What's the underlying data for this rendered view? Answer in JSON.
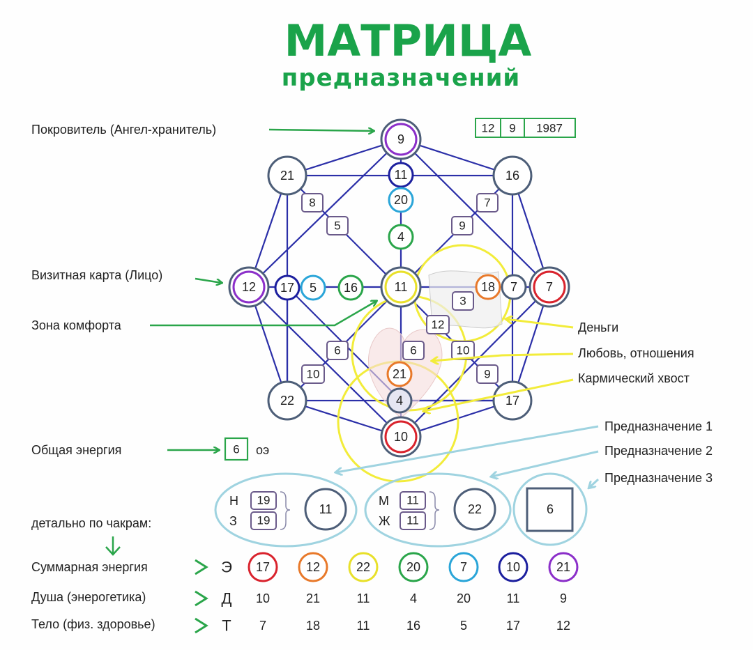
{
  "title": {
    "main": "МАТРИЦА",
    "sub": "предназначений"
  },
  "date": {
    "day": "12",
    "month": "9",
    "year": "1987"
  },
  "labels": {
    "patron": "Покровитель (Ангел-хранитель)",
    "business_card": "Визитная карта (Лицо)",
    "comfort_zone": "Зона комфорта",
    "money": "Деньги",
    "love": "Любовь, отношения",
    "karmic_tail": "Кармический хвост",
    "purpose1": "Предназначение 1",
    "purpose2": "Предназначение 2",
    "purpose3": "Предназначение 3",
    "total_energy": "Общая энергия",
    "total_energy_suffix": "оэ",
    "by_chakras": "детально по чакрам:",
    "sum_energy": "Суммарная энергия",
    "soul": "Душа (энерогетика)",
    "body": "Тело (физ. здоровье)"
  },
  "colors": {
    "title_green": "#1aa34a",
    "arrow_green": "#2aa54a",
    "line_blue": "#2b2fa8",
    "node_gray": "#4d5e78",
    "purple": "#8b2fc9",
    "red": "#d9232d",
    "orange": "#e8792a",
    "yellow": "#e8e02a",
    "green": "#2aa54a",
    "cyan": "#2aa5d8",
    "navy": "#1c1f9e",
    "light_blue": "#9fd3e0",
    "highlight_yellow": "#f2ec3a"
  },
  "nodes": {
    "top": "9",
    "top_left": "21",
    "top_right": "16",
    "left": "12",
    "right": "7",
    "bottom_left": "22",
    "bottom_right": "17",
    "bottom": "10",
    "center": "11",
    "v1": "11",
    "v2": "20",
    "v3": "4",
    "h1": "17",
    "h2": "5",
    "h3": "16",
    "right_inner1": "18",
    "right_inner2": "7",
    "low1": "21",
    "low2": "4"
  },
  "boxes": {
    "b8": "8",
    "b5": "5",
    "b7": "7",
    "b9a": "9",
    "b3": "3",
    "b12": "12",
    "b6a": "6",
    "b6b": "6",
    "b10a": "10",
    "b10b": "10",
    "b9b": "9"
  },
  "total_energy_value": "6",
  "purposes": {
    "p1": {
      "n_label": "Н",
      "n_value": "19",
      "z_label": "З",
      "z_value": "19",
      "result": "11"
    },
    "p2": {
      "m_label": "М",
      "m_value": "11",
      "zh_label": "Ж",
      "zh_value": "11",
      "result": "22"
    },
    "p3": {
      "result": "6"
    }
  },
  "chakras": {
    "rows": [
      {
        "letter": "Э",
        "values": [
          "17",
          "12",
          "22",
          "20",
          "7",
          "10",
          "21"
        ]
      },
      {
        "letter": "Д",
        "values": [
          "10",
          "21",
          "11",
          "4",
          "20",
          "11",
          "9"
        ]
      },
      {
        "letter": "Т",
        "values": [
          "7",
          "18",
          "11",
          "16",
          "5",
          "17",
          "12"
        ]
      }
    ],
    "circle_colors": [
      "#d9232d",
      "#e8792a",
      "#e8e02a",
      "#2aa54a",
      "#2aa5d8",
      "#1c1f9e",
      "#8b2fc9"
    ]
  }
}
